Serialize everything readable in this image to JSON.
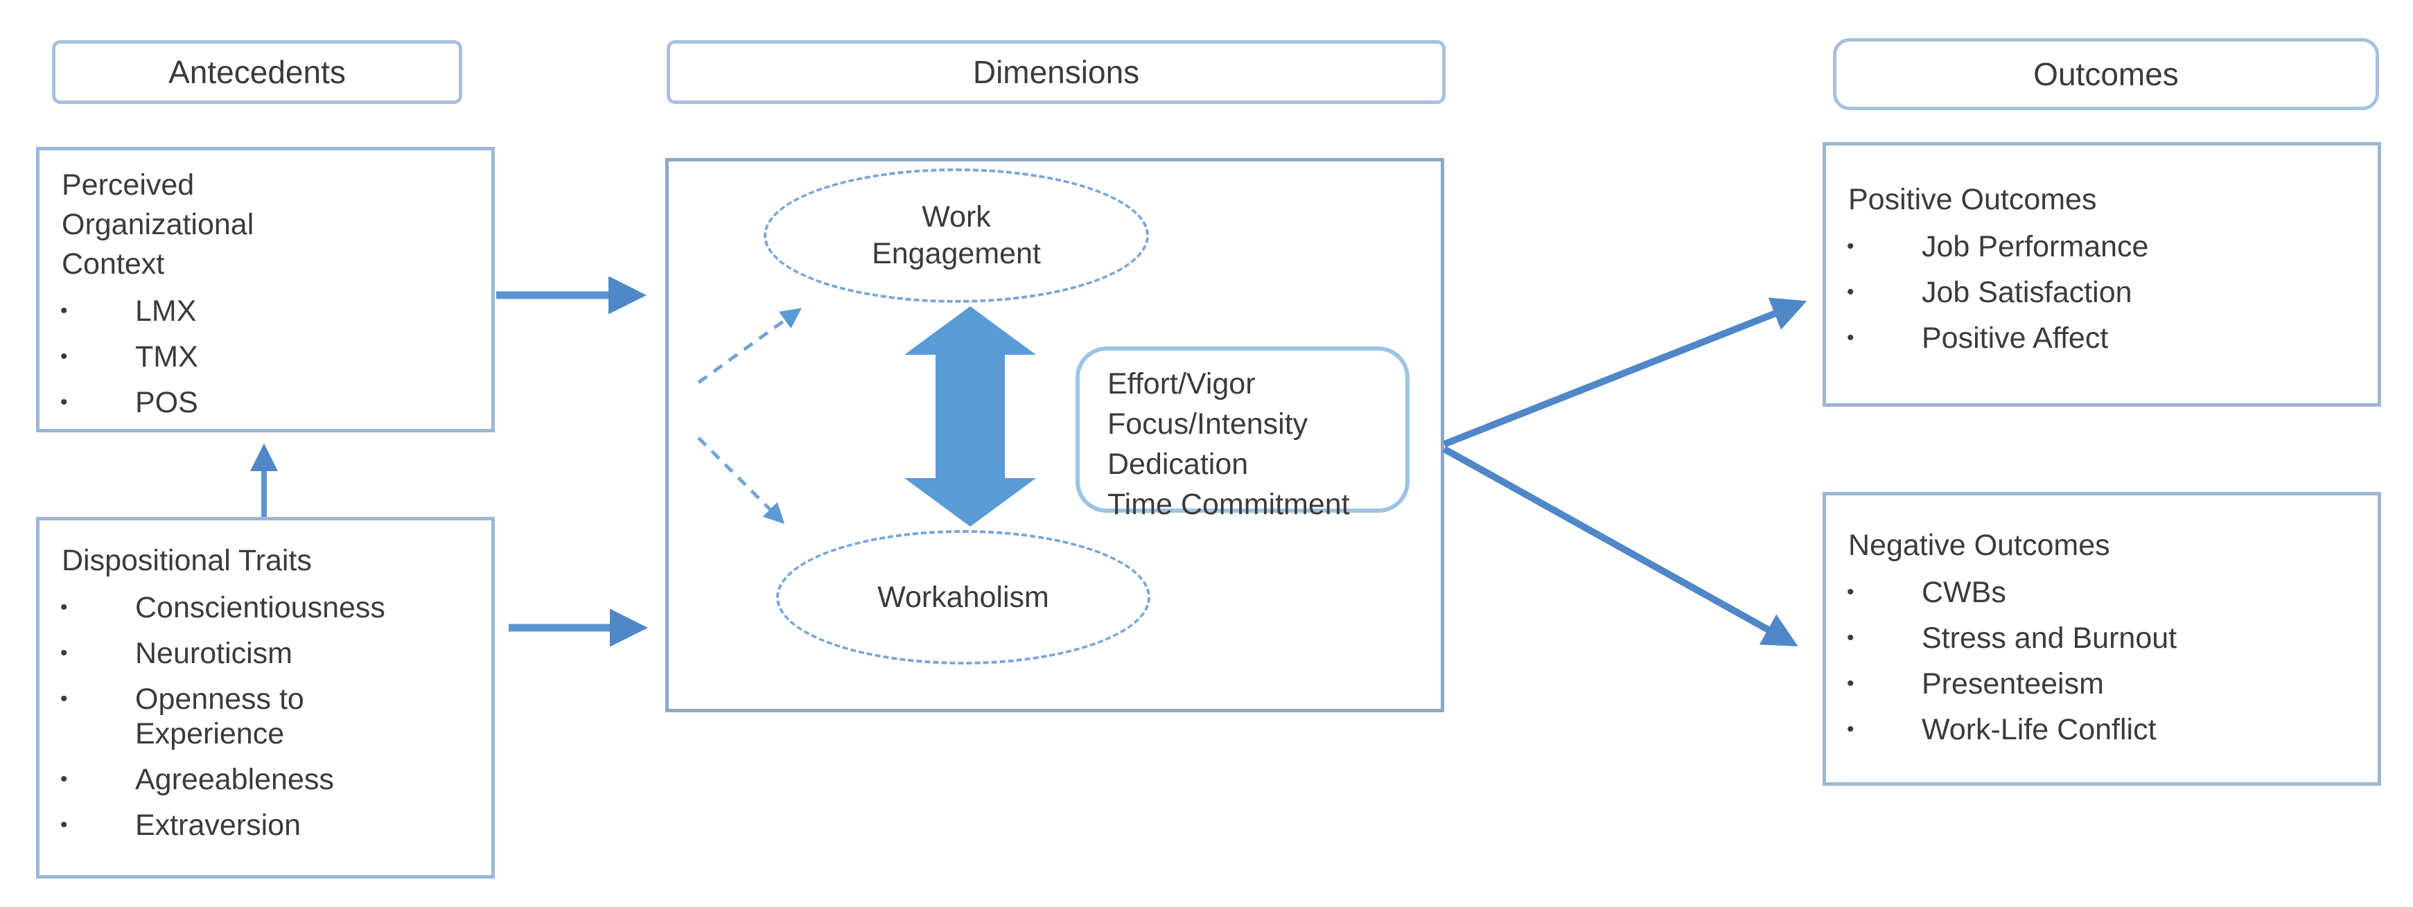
{
  "palette": {
    "border_light": "#a6c1de",
    "border_mid": "#8ca8c8",
    "border_right": "#9fb6cf",
    "arrow": "#4f87c8",
    "arrow_fill": "#5b9bd5",
    "dash": "#74a3d8",
    "text": "#3b3b3b"
  },
  "glyphs": {
    "bullet": "•"
  },
  "headers": {
    "antecedents": "Antecedents",
    "dimensions": "Dimensions",
    "outcomes": "Outcomes"
  },
  "antecedents": {
    "perceived": {
      "title_lines": [
        "Perceived",
        "Organizational",
        "Context"
      ],
      "items": [
        "LMX",
        "TMX",
        "POS"
      ]
    },
    "dispositional": {
      "title": "Dispositional Traits",
      "items": [
        "Conscientiousness",
        "Neuroticism",
        "Openness to Experience",
        "Agreeableness",
        "Extraversion"
      ]
    }
  },
  "dimensions": {
    "work_engagement_lines": [
      "Work",
      "Engagement"
    ],
    "workaholism": "Workaholism",
    "facets": [
      "Effort/Vigor",
      "Focus/Intensity",
      "Dedication",
      "Time Commitment"
    ]
  },
  "outcomes": {
    "positive": {
      "title": "Positive Outcomes",
      "items": [
        "Job Performance",
        "Job Satisfaction",
        "Positive Affect"
      ]
    },
    "negative": {
      "title": "Negative Outcomes",
      "items": [
        "CWBs",
        "Stress and Burnout",
        "Presenteeism",
        "Work-Life Conflict"
      ]
    }
  }
}
